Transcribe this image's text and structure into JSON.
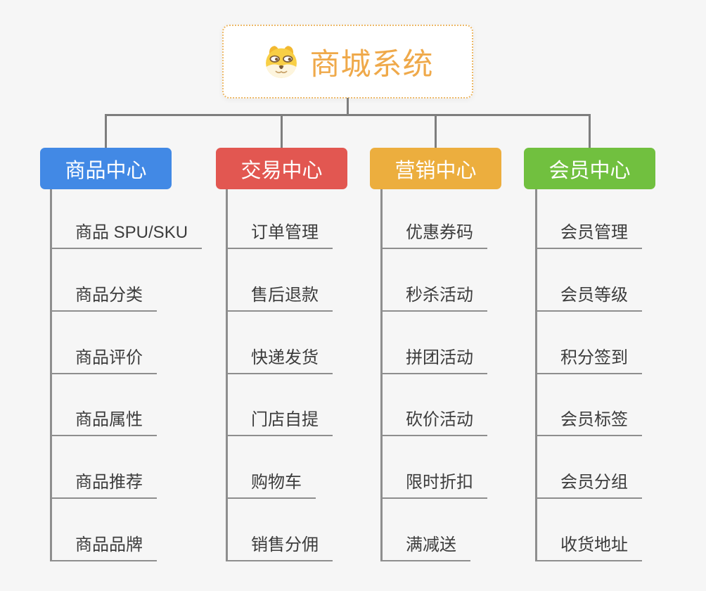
{
  "root": {
    "title": "商城系统",
    "icon": "dog-face-icon"
  },
  "branches": [
    {
      "label": "商品中心",
      "color": "#4289E5",
      "children": [
        "商品 SPU/SKU",
        "商品分类",
        "商品评价",
        "商品属性",
        "商品推荐",
        "商品品牌"
      ]
    },
    {
      "label": "交易中心",
      "color": "#E25751",
      "children": [
        "订单管理",
        "售后退款",
        "快递发货",
        "门店自提",
        "购物车",
        "销售分佣"
      ]
    },
    {
      "label": "营销中心",
      "color": "#ECAE3E",
      "children": [
        "优惠券码",
        "秒杀活动",
        "拼团活动",
        "砍价活动",
        "限时折扣",
        "满减送"
      ]
    },
    {
      "label": "会员中心",
      "color": "#71C03F",
      "children": [
        "会员管理",
        "会员等级",
        "积分签到",
        "会员标签",
        "会员分组",
        "收货地址"
      ]
    }
  ],
  "colors": {
    "background": "#F6F6F6",
    "connector": "#7E7E7E",
    "leaf_line": "#8E8E8E",
    "leaf_text": "#3C3C3C",
    "root_text": "#EFA94A",
    "root_border": "#EDB968"
  }
}
